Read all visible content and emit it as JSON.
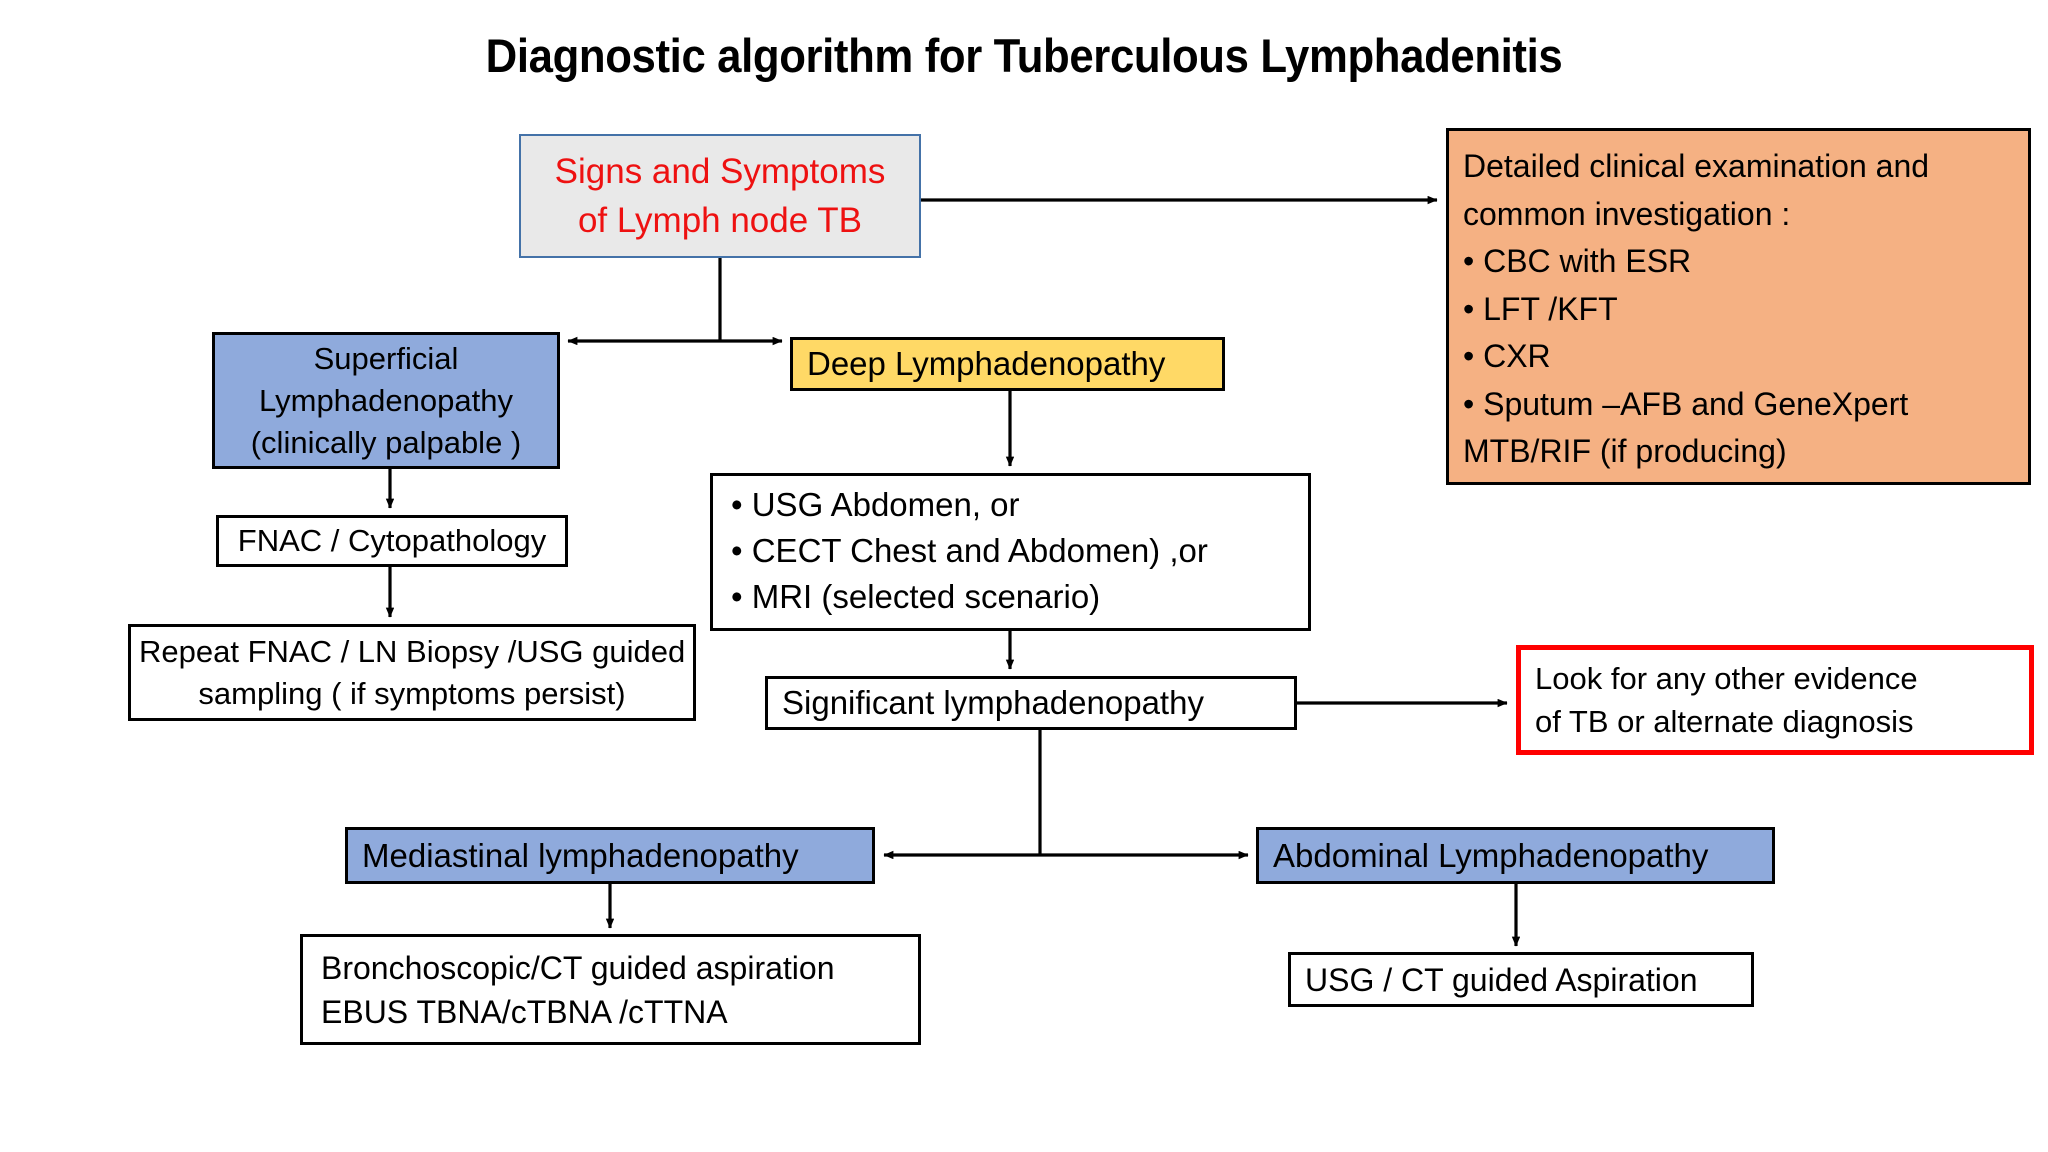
{
  "title": "Diagnostic algorithm for Tuberculous Lymphadenitis",
  "colors": {
    "orange_fill": "#F5B183",
    "blue_fill": "#8FAADC",
    "yellow_fill": "#FFD966",
    "gray_fill": "#E9E9E9",
    "gray_box_border": "#4472A8",
    "red_border": "#FF0000",
    "red_text": "#EE1111",
    "connector": "#000000"
  },
  "nodes": {
    "signs": {
      "line1": "Signs and Symptoms",
      "line2": "of Lymph node TB"
    },
    "detailed_examination": {
      "line1": "Detailed clinical examination and",
      "line2": "common investigation :",
      "bullets": [
        "• CBC with ESR",
        "• LFT /KFT",
        "• CXR",
        "• Sputum –AFB and GeneXpert"
      ],
      "line_last": "MTB/RIF (if producing)"
    },
    "superficial": {
      "line1": "Superficial",
      "line2": "Lymphadenopathy",
      "line3": "(clinically palpable )"
    },
    "deep": {
      "line1": "Deep Lymphadenopathy"
    },
    "imaging": {
      "bullets": [
        "• USG Abdomen, or",
        "• CECT Chest and Abdomen) ,or",
        "• MRI (selected scenario)"
      ]
    },
    "fnac": {
      "line1": "FNAC / Cytopathology"
    },
    "repeat_fnac": {
      "line1": "Repeat FNAC / LN Biopsy /USG guided",
      "line2": "sampling ( if symptoms persist)"
    },
    "significant": {
      "line1": "Significant lymphadenopathy"
    },
    "look_for": {
      "line1": "Look for any other evidence",
      "line2": "of TB or alternate diagnosis"
    },
    "mediastinal": {
      "line1": "Mediastinal lymphadenopathy"
    },
    "abdominal": {
      "line1": "Abdominal Lymphadenopathy"
    },
    "broncho": {
      "line1": "Bronchoscopic/CT guided aspiration",
      "line2": "EBUS TBNA/cTBNA /cTTNA"
    },
    "usg_ct": {
      "line1": "USG / CT guided Aspiration"
    }
  }
}
